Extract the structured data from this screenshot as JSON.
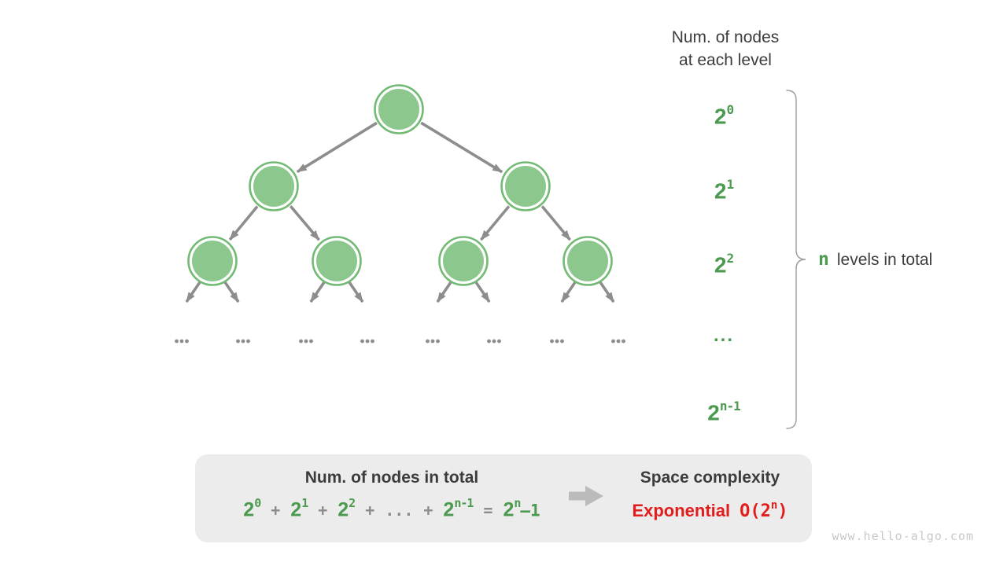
{
  "header": {
    "line1": "Num. of nodes",
    "line2": "at each level"
  },
  "level_labels": [
    {
      "base": "2",
      "sup": "0"
    },
    {
      "base": "2",
      "sup": "1"
    },
    {
      "base": "2",
      "sup": "2"
    },
    {
      "base": "...",
      "sup": ""
    },
    {
      "base": "2",
      "sup": "n-1"
    }
  ],
  "brace_label": {
    "n": "n",
    "text": "levels in total"
  },
  "tree": {
    "levels": [
      1,
      2,
      4
    ],
    "ellipsis_groups": 8
  },
  "summary_box": {
    "left_title": "Num. of nodes in total",
    "formula": {
      "terms": [
        {
          "base": "2",
          "sup": "0"
        },
        {
          "base": "2",
          "sup": "1"
        },
        {
          "base": "2",
          "sup": "2"
        }
      ],
      "plus": "+",
      "dots": "...",
      "last_term": {
        "base": "2",
        "sup": "n-1"
      },
      "equals": "=",
      "result": {
        "base": "2",
        "sup": "n",
        "rest": "–1"
      }
    },
    "right_title": "Space complexity",
    "complexity_name": "Exponential",
    "complexity": {
      "prefix": "O(2",
      "sup": "n",
      "suffix": ")"
    }
  },
  "watermark": "www.hello-algo.com",
  "colors": {
    "green_text": "#4c9a4f",
    "node_fill": "#8cc88d",
    "node_ring": "#72ba74",
    "arrow_gray": "#8d8d8d",
    "text_dark": "#3c3c3c",
    "muted_gray": "#8c8c8c",
    "box_bg": "#ececec",
    "red": "#e31c1c",
    "watermark_gray": "#c8c8c8",
    "block_arrow": "#bbbbbb",
    "brace": "#9c9c9c"
  }
}
